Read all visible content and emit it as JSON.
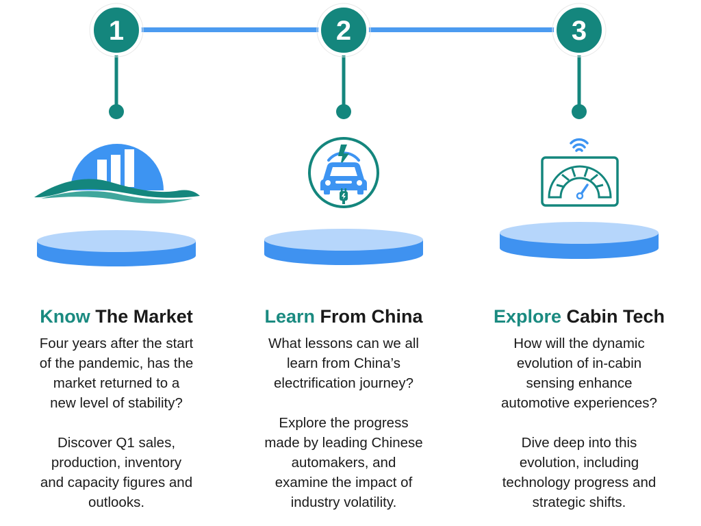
{
  "steps": [
    {
      "number": "1",
      "title_highlight": "Know",
      "title_rest": " The Market",
      "paragraph1": "Four years after the start\nof the pandemic, has the\nmarket returned to a\nnew level of stability?",
      "paragraph2": "Discover Q1 sales,\nproduction, inventory\nand capacity figures and\noutlooks.",
      "icon": "bar-chart-wave-icon"
    },
    {
      "number": "2",
      "title_highlight": "Learn",
      "title_rest": " From China",
      "paragraph1": "What lessons can we all\nlearn from China’s\nelectrification journey?",
      "paragraph2": "Explore the progress\nmade by leading Chinese\nautomakers, and\nexamine the impact of\nindustry volatility.",
      "icon": "electric-car-icon"
    },
    {
      "number": "3",
      "title_highlight": "Explore",
      "title_rest": " Cabin Tech",
      "paragraph1": "How will the dynamic\nevolution of in-cabin\nsensing enhance\nautomotive experiences?",
      "paragraph2": "Dive deep into this\nevolution, including\ntechnology progress and\nstrategic shifts.",
      "icon": "dashboard-gauge-icon"
    }
  ],
  "ghost_number": "1",
  "colors": {
    "teal": "#14867d",
    "blue": "#3d94f2",
    "connector": "#4b9bf0",
    "pedestal_top": "#b6d6fb",
    "pedestal_side": "#3f92f0",
    "text": "#1a1a1a"
  }
}
